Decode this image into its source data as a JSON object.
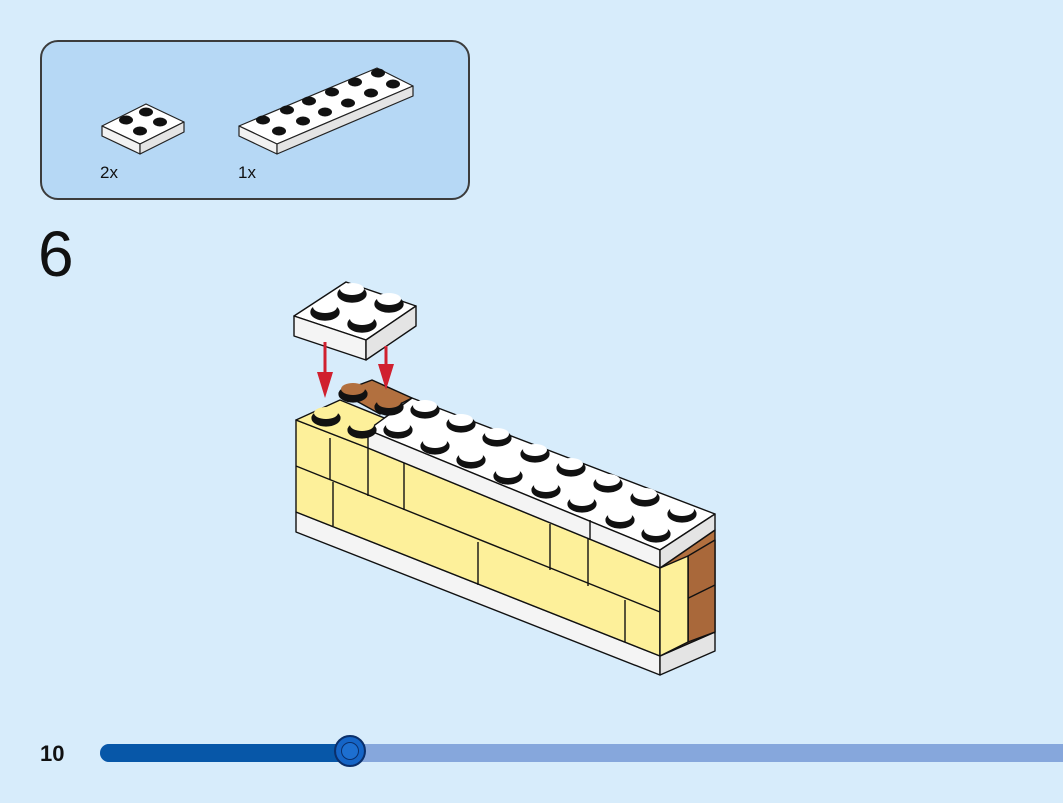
{
  "parts_callout": {
    "items": [
      {
        "name": "plate-2x2-white-icon",
        "count": "2x"
      },
      {
        "name": "plate-2x6-white-icon",
        "count": "1x"
      }
    ]
  },
  "step": {
    "number": "6"
  },
  "footer": {
    "page_number": "10",
    "progress_fraction": 0.26
  },
  "colors": {
    "background": "#d7ecfb",
    "callout_background": "#b6d8f5",
    "brick_yellow": "#fdf09a",
    "brick_brown": "#b2703f",
    "plate_white": "#ffffff",
    "arrow_red": "#d0202f",
    "progress_fill": "#0757a8",
    "progress_track": "#86a7dc"
  }
}
